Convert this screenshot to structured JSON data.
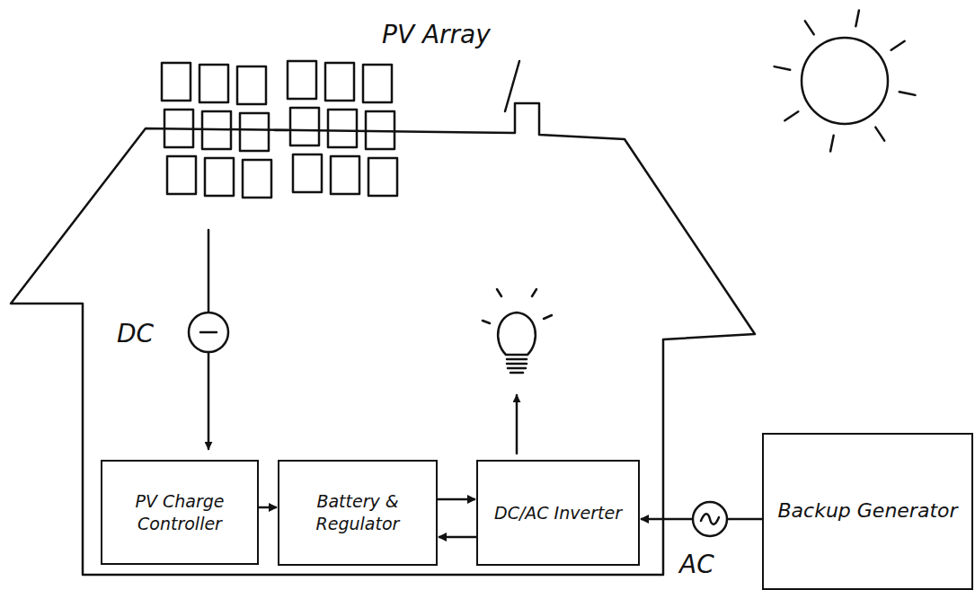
{
  "diagram": {
    "nodes": [
      {
        "text": [
          "PV Charge Controller"
        ]
      },
      {
        "text": [
          "Battery & Regulator"
        ]
      },
      {
        "text": [
          "DC/AC Inverter"
        ]
      },
      {
        "text": [
          "Backup Generator"
        ]
      }
    ],
    "edges": [
      {
        "from": 0,
        "to": 1,
        "arrow": "to"
      },
      {
        "from": 1,
        "to": 2,
        "arrow": "to"
      },
      {
        "from": 2,
        "to": 1,
        "arrow": "to"
      },
      {
        "from": 3,
        "to": 2,
        "arrow": "to"
      }
    ],
    "labels": [
      "PV Array",
      "DC",
      "AC"
    ]
  }
}
